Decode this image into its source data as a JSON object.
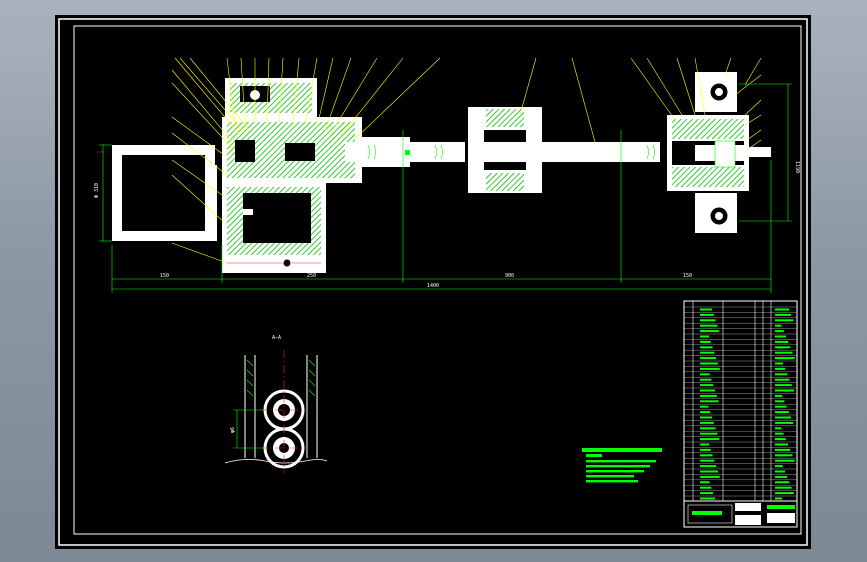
{
  "drawing": {
    "dimensions": {
      "overall_length": "1400",
      "seg_left": "150",
      "seg_mid_left": "250",
      "seg_mid": "900",
      "seg_right": "150",
      "left_height": "Φ 310",
      "right_height": "1190"
    },
    "section_label": "A—A",
    "section_dim": "φ6",
    "colors": {
      "background": "#000000",
      "frame": "#ffffff",
      "parts": "#ffffff",
      "hatch": "#00ff00",
      "leader": "#ffff00",
      "centerline": "#ff2020",
      "dimension": "#00ff00"
    }
  }
}
